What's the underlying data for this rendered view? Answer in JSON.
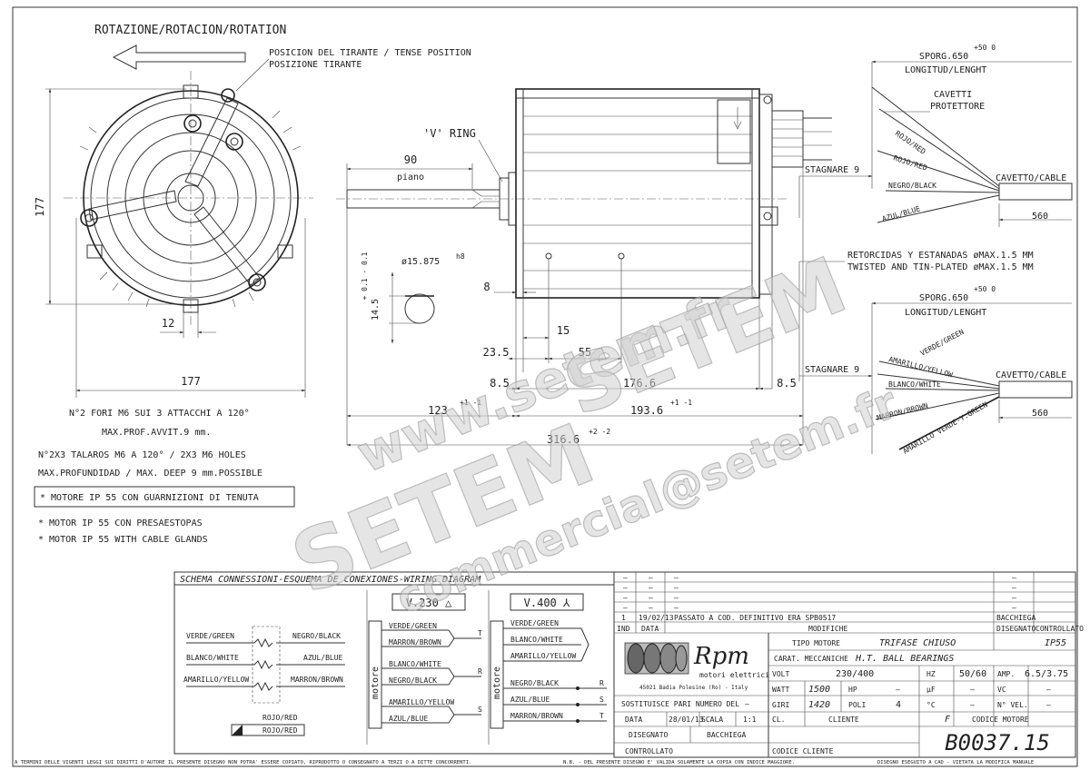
{
  "header": {
    "rotation_label": "ROTAZIONE/ROTACION/ROTATION",
    "tense_position_line1": "POSICION DEL TIRANTE / TENSE POSITION",
    "tense_position_line2": "POSIZIONE TIRANTE"
  },
  "front_view": {
    "height_dim": "177",
    "width_dim": "177",
    "tab_dim": "12",
    "holes_note": "N°2 FORI M6 SUI 3 ATTACCHI A 120°",
    "depth_note": "MAX.PROF.AVVIT.9 mm."
  },
  "side_view": {
    "v_ring": "'V' RING",
    "shaft_len": "90",
    "piano": "piano",
    "shaft_diam": "ø15.875",
    "fit": "h8",
    "key_dim": "14.5",
    "key_tol": "+ 0.1 - 0.1",
    "dim_8": "8",
    "dim_15": "15",
    "dim_23_5": "23.5",
    "dim_55": "55",
    "dim_8_5_left": "8.5",
    "dim_176_6": "176.6",
    "dim_8_5_right": "8.5",
    "dim_123": "123",
    "dim_123_tol": "+1 -1",
    "dim_193_6": "193.6",
    "dim_193_tol": "+1 -1",
    "dim_316_6": "316.6",
    "dim_316_tol": "+2 -2"
  },
  "notes": {
    "talaros_line1": "N°2X3 TALAROS M6 A 120° / 2X3 M6 HOLES",
    "talaros_line2": "MAX.PROFUNDIDAD / MAX. DEEP 9 mm.POSSIBLE",
    "ip55_box": "* MOTORE IP 55 CON GUARNIZIONI DI TENUTA",
    "ip55_es": "* MOTOR IP 55 CON PRESAESTOPAS",
    "ip55_en": "* MOTOR IP 55 WITH CABLE GLANDS"
  },
  "cable_top": {
    "sporg": "SPORG.650",
    "sporg_tol": "+50 0",
    "longitud": "LONGITUD/LENGHT",
    "cavetti": "CAVETTI",
    "protettore": "PROTETTORE",
    "wire1": "ROJO/RED",
    "wire2": "ROJO/RED",
    "stagnare": "STAGNARE 9",
    "wire3": "NEGRO/BLACK",
    "cavetto": "CAVETTO/CABLE",
    "wire4": "AZUL/BLUE",
    "len": "560"
  },
  "twisted": {
    "line1": "RETORCIDAS Y ESTANADAS øMAX.1.5 MM",
    "line2": "TWISTED AND TIN-PLATED  øMAX.1.5 MM"
  },
  "cable_bottom": {
    "sporg": "SPORG.650",
    "sporg_tol": "+50 0",
    "longitud": "LONGITUD/LENGHT",
    "wire1": "VERDE/GREEN",
    "wire2": "AMARILLO/YELLOW",
    "stagnare": "STAGNARE 9",
    "wire3": "BLANCO/WHITE",
    "cavetto": "CAVETTO/CABLE",
    "wire4": "MARRON/BROWN",
    "len": "560",
    "wire5": "AMARILLO VERDE-Y.GREEN"
  },
  "watermark": {
    "w1": "www.setem.fr",
    "w2": "SETEM",
    "w3": "SETEM",
    "w4": "commercial@setem.fr"
  },
  "wiring": {
    "title": "SCHEMA CONNESSIONI-ESQUEMA DE CONEXIONES-WIRING DIAGRAM",
    "left": {
      "l1": "VERDE/GREEN",
      "l2": "BLANCO/WHITE",
      "l3": "AMARILLO/YELLOW",
      "r1": "NEGRO/BLACK",
      "r2": "AZUL/BLUE",
      "r3": "MARRON/BROWN",
      "red1": "ROJO/RED",
      "red2": "ROJO/RED"
    },
    "delta": {
      "title": "V.230 △",
      "motore": "motore",
      "w1": "VERDE/GREEN",
      "w2": "MARRON/BROWN",
      "w3": "BLANCO/WHITE",
      "w4": "NEGRO/BLACK",
      "w5": "AMARILLO/YELLOW",
      "w6": "AZUL/BLUE",
      "t": "T",
      "r": "R",
      "s": "S"
    },
    "star": {
      "title": "V.400 ⅄",
      "motore": "motore",
      "w1": "VERDE/GREEN",
      "w2": "BLANCO/WHITE",
      "w3": "AMARILLO/YELLOW",
      "w4": "NEGRO/BLACK",
      "w5": "AZUL/BLUE",
      "w6": "MARRON/BROWN",
      "r": "R",
      "s": "S",
      "t": "T"
    }
  },
  "title_block": {
    "rev_dash": "–",
    "rev1_n": "1",
    "rev1_date": "19/02/13",
    "rev1_text": "PASSATO A COD. DEFINITIVO ERA SPB0517",
    "rev1_sign": "BACCHIEGA",
    "h_ind": "IND",
    "h_data": "DATA",
    "h_modifiche": "MODIFICHE",
    "h_disegnato": "DISEGNATO",
    "h_controllato": "CONTROLLATO",
    "logo_text": "Rpm",
    "logo_sub": "motori elettrici",
    "address": "45021 Badia Polesine (Ro) - Italy",
    "tipo_motore_label": "TIPO MOTORE",
    "tipo_motore": "TRIFASE CHIUSO",
    "ip": "IP55",
    "carat_label": "CARAT. MECCANICHE",
    "carat": "H.T. BALL BEARINGS",
    "volt_label": "VOLT",
    "volt": "230/400",
    "hz_label": "HZ",
    "hz": "50/60",
    "amp_label": "AMP.",
    "amp": "6.5/3.75",
    "watt_label": "WATT",
    "watt": "1500",
    "hp_label": "HP",
    "hp": "–",
    "vc_label": "VC",
    "vc": "–",
    "giri_label": "GIRI",
    "giri": "1420",
    "poli_label": "POLI",
    "poli": "4",
    "uf_label": "µF",
    "uf": "–",
    "c_label": "°C",
    "c": "–",
    "cl_label": "CL.",
    "cl": "F",
    "nvel_label": "N° VEL.",
    "nvel": "–",
    "sost_label": "SOSTITUISCE PARI NUMERO DEL",
    "sost": "–",
    "data_label": "DATA",
    "data": "28/01/13",
    "scala_label": "SCALA",
    "scala": "1:1",
    "cliente_label": "CLIENTE",
    "codice_motore_label": "CODICE MOTORE",
    "disegnato_label": "DISEGNATO",
    "disegnato": "BACCHIEGA",
    "controllato_label": "CONTROLLATO",
    "codice_cliente_label": "CODICE CLIENTE",
    "code": "B0037.15"
  },
  "footer": {
    "left": "A TERMINI DELLE VIGENTI LEGGI SUI DIRITTI D'AUTORE IL PRESENTE DISEGNO NON POTRA' ESSERE COPIATO, RIPRODOTTO O CONSEGNATO A TERZI O A DITTE CONCORRENTI.",
    "mid": "N.B. - DEL PRESENTE DISEGNO E' VALIDA SOLAMENTE LA COPIA CON INDICE MAGGIORE.",
    "right": "DISEGNO ESEGUITO A CAD - VIETATA LA MODIFICA MANUALE"
  }
}
